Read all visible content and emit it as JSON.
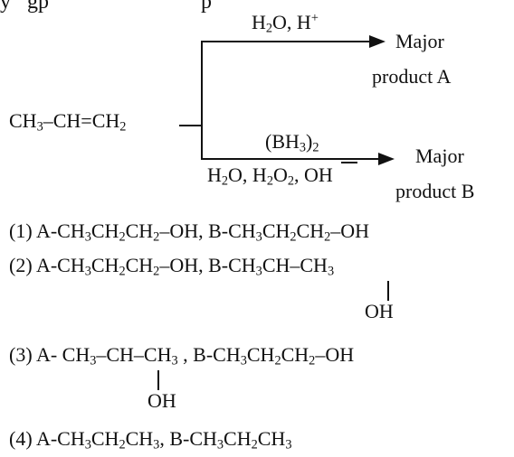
{
  "header_fragment": "y   gp                            p",
  "reaction": {
    "reactant": "CH3–CH=CH2",
    "top": {
      "reagents": "H2O, H+",
      "product_line1": "Major",
      "product_line2": "product A"
    },
    "bottom": {
      "reagents_above": "(BH3)2",
      "reagents_below": "H2O, H2O2, OH",
      "product_line1": "Major",
      "product_line2": "product B"
    }
  },
  "options": [
    {
      "number": "(1)",
      "text": "A-CH3CH2CH2–OH, B-CH3CH2CH2–OH"
    },
    {
      "number": "(2)",
      "text": "A-CH3CH2CH2–OH, B-CH3CH–CH3",
      "oh": "OH"
    },
    {
      "number": "(3)",
      "text": "A- CH3–CH–CH3 , B-CH3CH2CH2–OH",
      "oh": "OH"
    },
    {
      "number": "(4)",
      "text": "A-CH3CH2CH3, B-CH3CH2CH3"
    }
  ]
}
